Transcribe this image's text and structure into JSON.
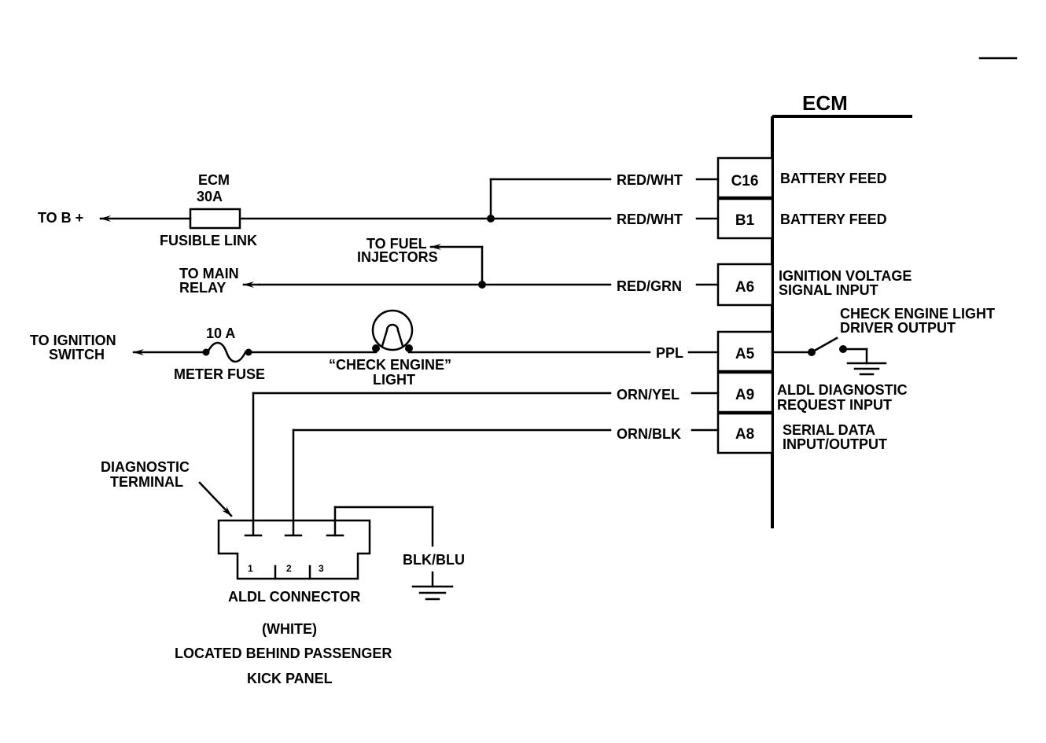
{
  "ecm": {
    "title": "ECM",
    "pins": [
      {
        "id": "C16",
        "function": "BATTERY FEED"
      },
      {
        "id": "B1",
        "function": "BATTERY FEED"
      },
      {
        "id": "A6",
        "function_line1": "IGNITION VOLTAGE",
        "function_line2": "SIGNAL INPUT"
      },
      {
        "id": "A5",
        "function_line1": "CHECK ENGINE LIGHT",
        "function_line2": "DRIVER OUTPUT"
      },
      {
        "id": "A9",
        "function_line1": "ALDL DIAGNOSTIC",
        "function_line2": "REQUEST INPUT"
      },
      {
        "id": "A8",
        "function_line1": "SERIAL DATA",
        "function_line2": "INPUT/OUTPUT"
      }
    ]
  },
  "wires": {
    "c16": "RED/WHT",
    "b1": "RED/WHT",
    "a6": "RED/GRN",
    "a5": "PPL",
    "a9": "ORN/YEL",
    "a8": "ORN/BLK",
    "ground": "BLK/BLU"
  },
  "fusible_link": {
    "line1": "ECM",
    "line2": "30A",
    "label": "FUSIBLE LINK"
  },
  "to_b_plus": "TO B +",
  "to_fuel_injectors": {
    "line1": "TO FUEL",
    "line2": "INJECTORS"
  },
  "to_main_relay": {
    "line1": "TO MAIN",
    "line2": "RELAY"
  },
  "to_ignition_switch": {
    "line1": "TO IGNITION",
    "line2": "SWITCH"
  },
  "meter_fuse": {
    "rating": "10 A",
    "label": "METER FUSE"
  },
  "check_engine_light": {
    "line1": "“CHECK ENGINE”",
    "line2": "LIGHT"
  },
  "diagnostic_terminal": {
    "line1": "DIAGNOSTIC",
    "line2": "TERMINAL"
  },
  "aldl_connector": {
    "pins": [
      "1",
      "2",
      "3"
    ],
    "label": "ALDL CONNECTOR",
    "color": "(WHITE)",
    "location_line1": "LOCATED BEHIND PASSENGER",
    "location_line2": "KICK PANEL"
  }
}
